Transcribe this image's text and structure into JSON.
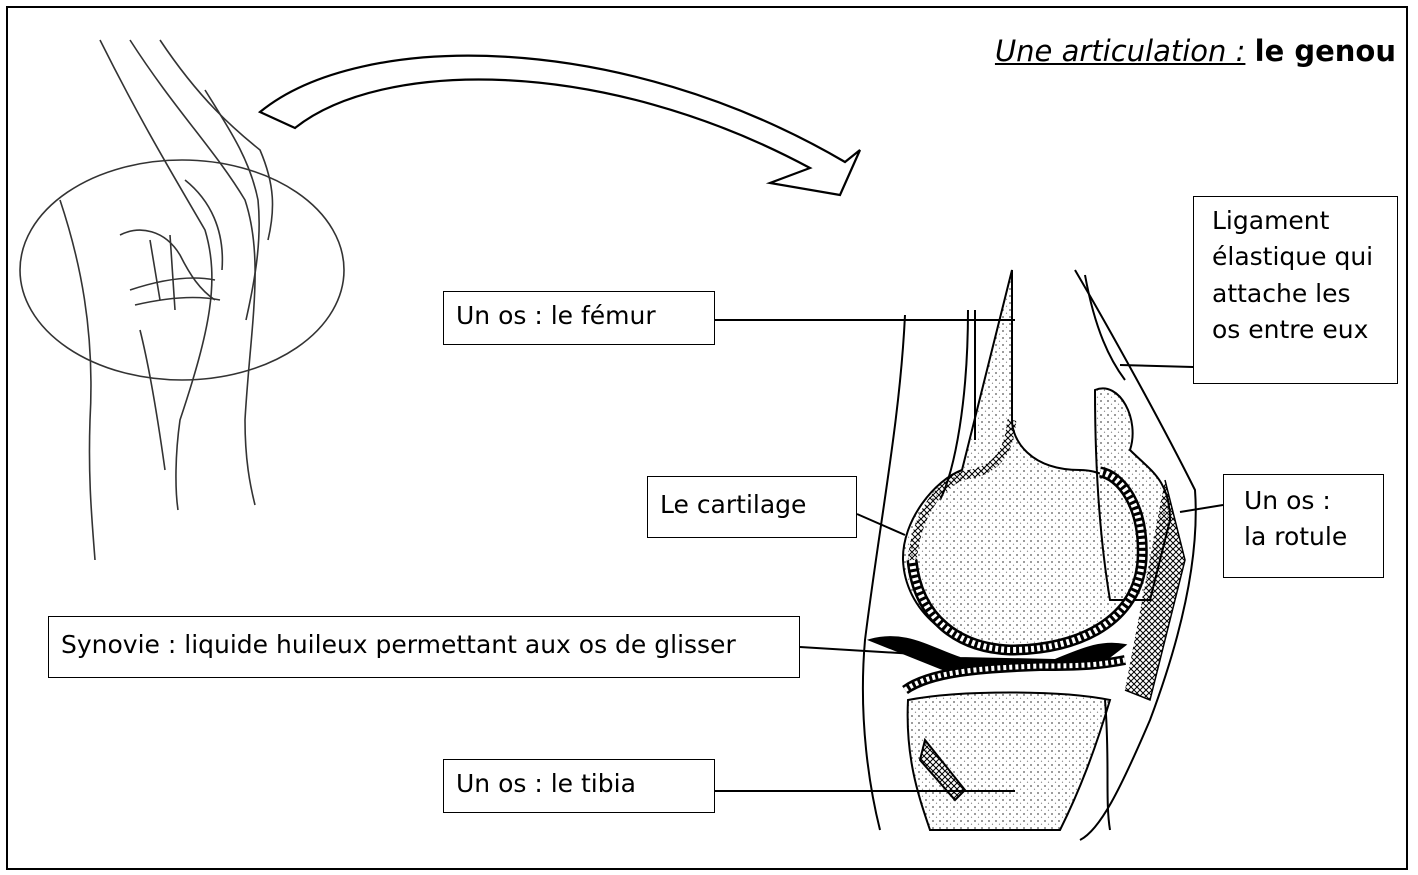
{
  "title": {
    "italic_part": "Une articulation :",
    "bold_part": "le genou"
  },
  "labels": {
    "femur": "Un os : le fémur",
    "cartilage": "Le cartilage",
    "synovie": "Synovie : liquide huileux permettant aux os de glisser",
    "tibia": "Un os : le tibia",
    "ligament": [
      "Ligament",
      "élastique qui",
      "attache les",
      "os entre eux"
    ],
    "rotule": [
      "Un os :",
      "la rotule"
    ]
  }
}
